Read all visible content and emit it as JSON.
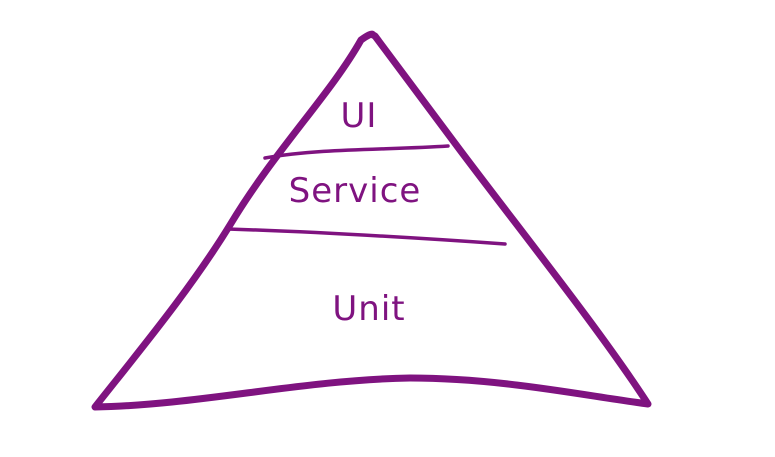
{
  "diagram": {
    "stroke_color": "#7f1380",
    "text_color": "#7f1380",
    "background": "#ffffff",
    "layers": [
      {
        "label": "UI"
      },
      {
        "label": "Service"
      },
      {
        "label": "Unit"
      }
    ]
  }
}
